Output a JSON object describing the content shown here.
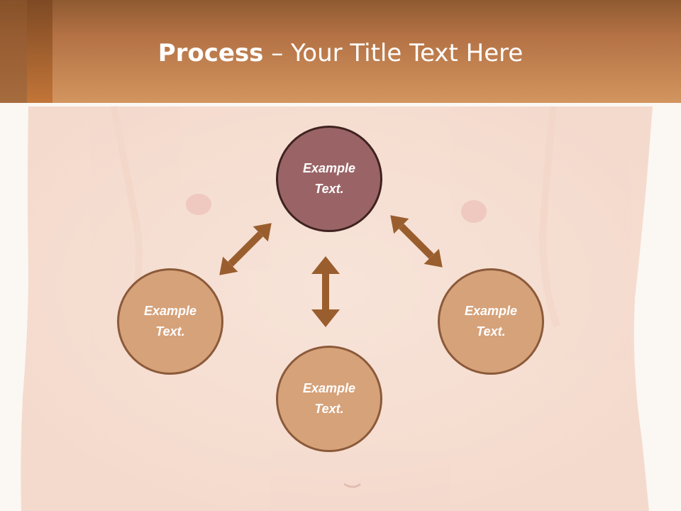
{
  "title": {
    "bold": "Process",
    "rest": " – Your Title Text Here"
  },
  "nodes": [
    {
      "id": "top",
      "text": "Example\nText."
    },
    {
      "id": "left",
      "text": "Example\nText."
    },
    {
      "id": "bottom",
      "text": "Example\nText."
    },
    {
      "id": "right",
      "text": "Example\nText."
    }
  ],
  "colors": {
    "header_top": "#8f5a31",
    "header_bottom": "#d1925e",
    "header_accent": "#b96a34",
    "top_node_fill": "#9a6466",
    "top_node_border": "#3f2320",
    "node_fill": "#d6a27a",
    "node_border": "#8b5a3a",
    "arrow": "#9a5e2e"
  }
}
